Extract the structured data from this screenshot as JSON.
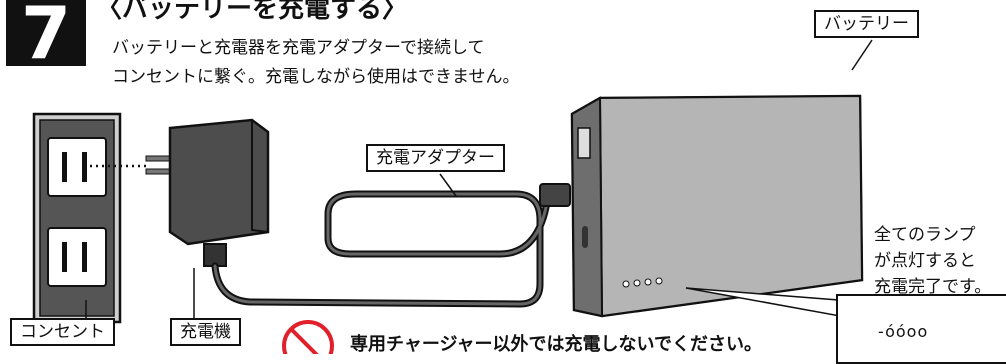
{
  "step": {
    "number": "7",
    "title": "〈バッテリーを充電する〉",
    "desc_line1": "バッテリーと充電器を充電アダプターで接続して",
    "desc_line2": "コンセントに繋ぐ。充電しながら使用はできません。"
  },
  "labels": {
    "battery": "バッテリー",
    "adapter": "充電アダプター",
    "outlet": "コンセント",
    "charger": "充電機"
  },
  "note": {
    "line1": "全てのランプ",
    "line2": "が点灯すると",
    "line3": "充電完了です。"
  },
  "warning": "専用チャージャー以外では充電しないでください。",
  "lamp_indicator": "-óóoo",
  "colors": {
    "outlet_frame": "#4a4a4a",
    "charger_body": "#4d4d4d",
    "battery_body": "#8a8a8a",
    "prohibit_red": "#e0202a"
  }
}
